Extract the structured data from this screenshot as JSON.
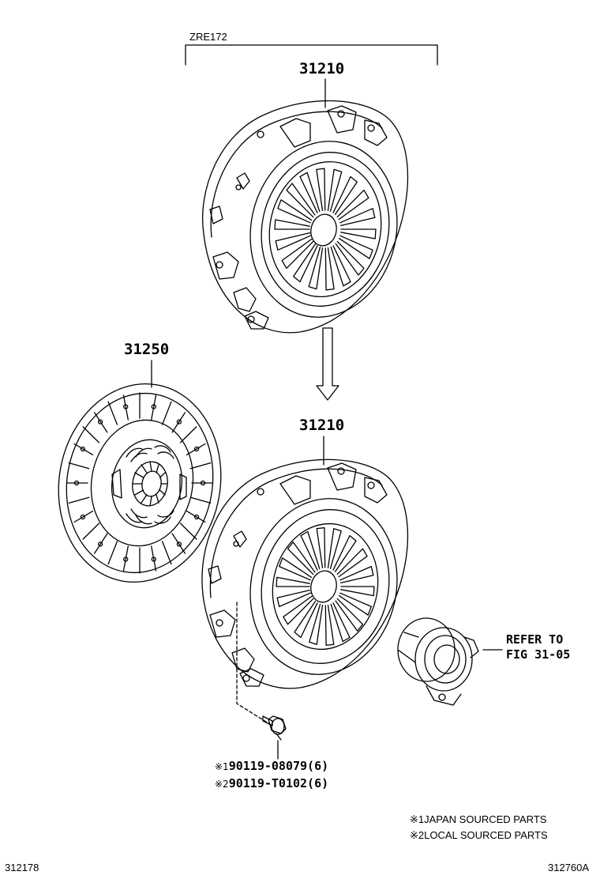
{
  "model_code": "ZRE172",
  "parts": {
    "cover_top": "31210",
    "disc": "31250",
    "cover_bottom": "31210"
  },
  "bolts": [
    {
      "mark": "※1",
      "part_no": "90119-08079",
      "qty": "(6)"
    },
    {
      "mark": "※2",
      "part_no": "90119-T0102",
      "qty": "(6)"
    }
  ],
  "reference": {
    "line1": "REFER TO",
    "line2": "FIG 31-05"
  },
  "legend": [
    {
      "mark": "※1",
      "text": "JAPAN SOURCED PARTS"
    },
    {
      "mark": "※2",
      "text": "LOCAL SOURCED PARTS"
    }
  ],
  "footer": {
    "left_code": "312178",
    "right_code": "312760A"
  }
}
